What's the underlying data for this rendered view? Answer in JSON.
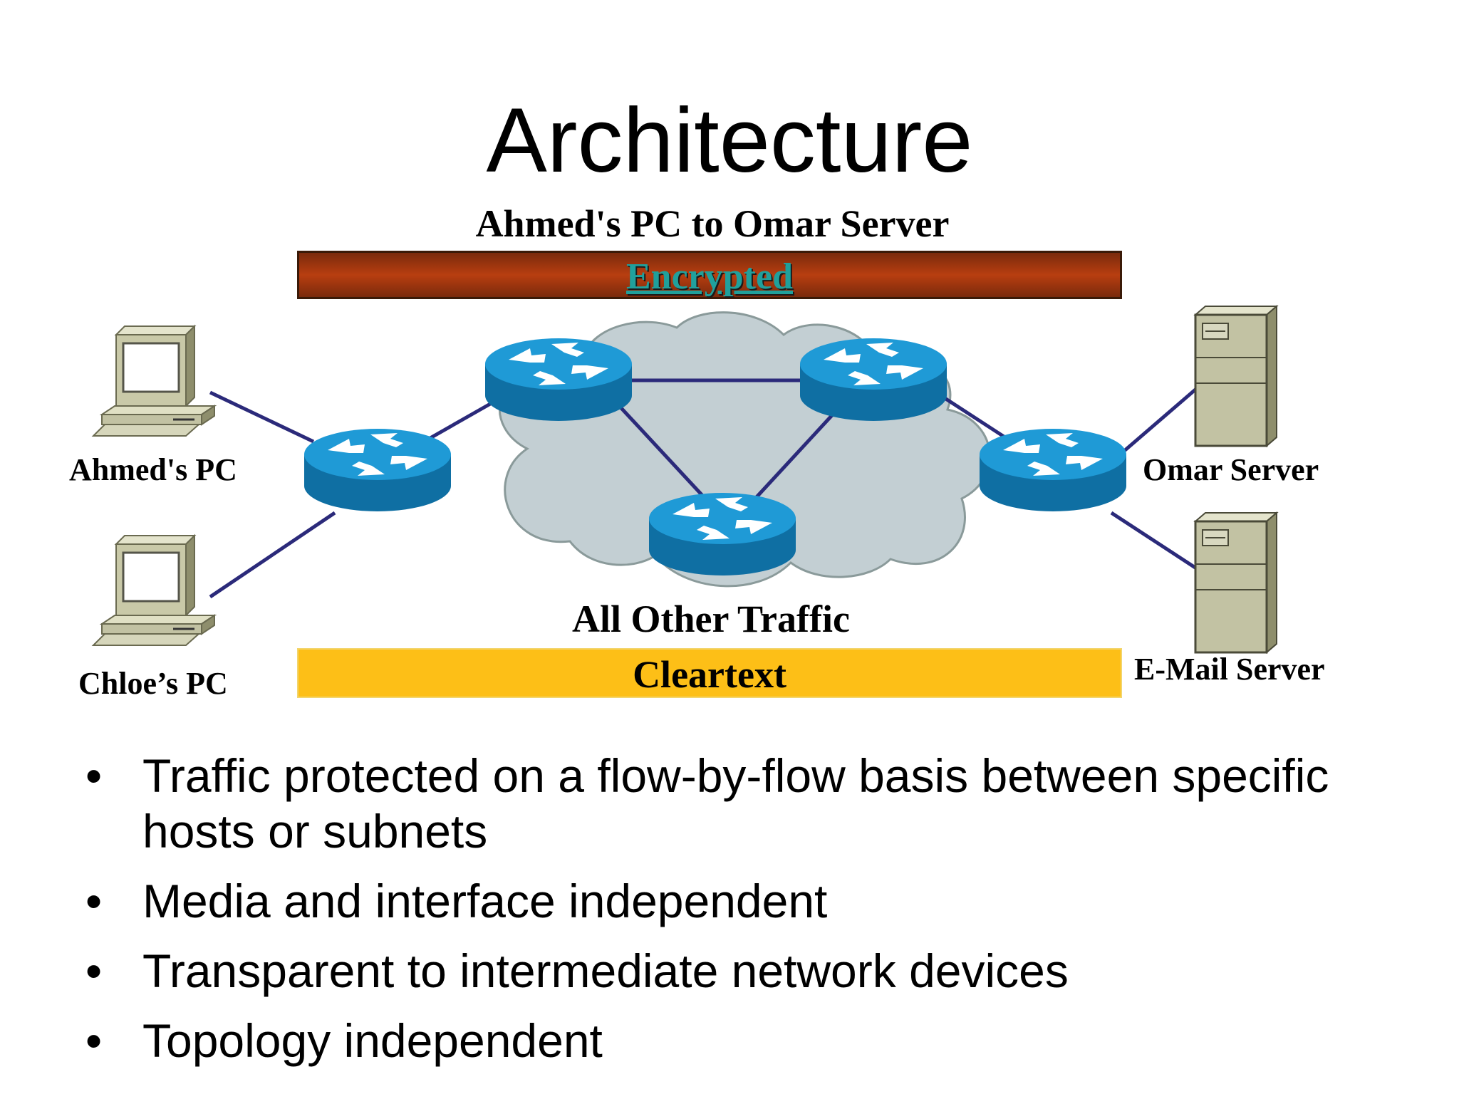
{
  "slide": {
    "title": "Architecture",
    "flow_label": "Ahmed's PC to Omar Server",
    "encrypted_label": "Encrypted",
    "other_traffic_label": "All Other Traffic",
    "cleartext_label": "Cleartext"
  },
  "nodes": {
    "ahmed_pc": "Ahmed's PC",
    "chloe_pc": "Chloe’s PC",
    "omar_server": "Omar Server",
    "email_server": "E-Mail Server"
  },
  "bullets": [
    "Traffic protected on a flow-by-flow basis between specific hosts or subnets",
    "Media and interface independent",
    "Transparent to intermediate network devices",
    "Topology independent"
  ],
  "bullet_glyph": "•",
  "colors": {
    "encrypted_band": "#b83e10",
    "encrypted_text": "#20a09c",
    "cleartext_band": "#fdbf17",
    "router": "#1d8fc7",
    "cloud": "#c3cfd3",
    "link": "#2b2a7a",
    "device": "#c2c2a3"
  }
}
